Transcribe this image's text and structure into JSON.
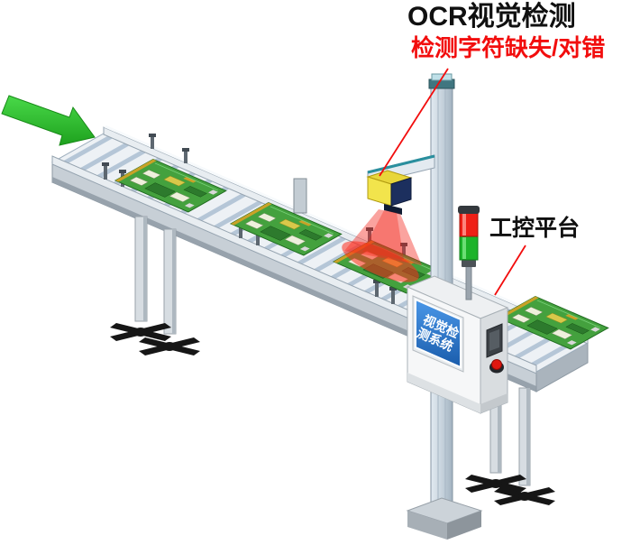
{
  "annotations": {
    "title": "OCR视觉检测",
    "subtitle": "检测字符缺失/对错",
    "platform_label": "工控平台"
  },
  "control_box": {
    "screen_line1": "视觉检",
    "screen_line2": "测系统"
  },
  "icons": {
    "flow_arrow": "thick-green-arrow-pointing-to-conveyor",
    "signal_tower": "red-green-stack-light",
    "emergency_stop": "red-round-button"
  },
  "colors": {
    "annotation_red": "#f20d0d",
    "arrow_green": "#2db82d",
    "beam_red": "#f2241a",
    "screen_blue": "#2e7fd0",
    "pcb_green": "#44a13e",
    "signal_red": "#ef1f16",
    "signal_green": "#1db32a",
    "conveyor_gray": "#edf1f5"
  }
}
